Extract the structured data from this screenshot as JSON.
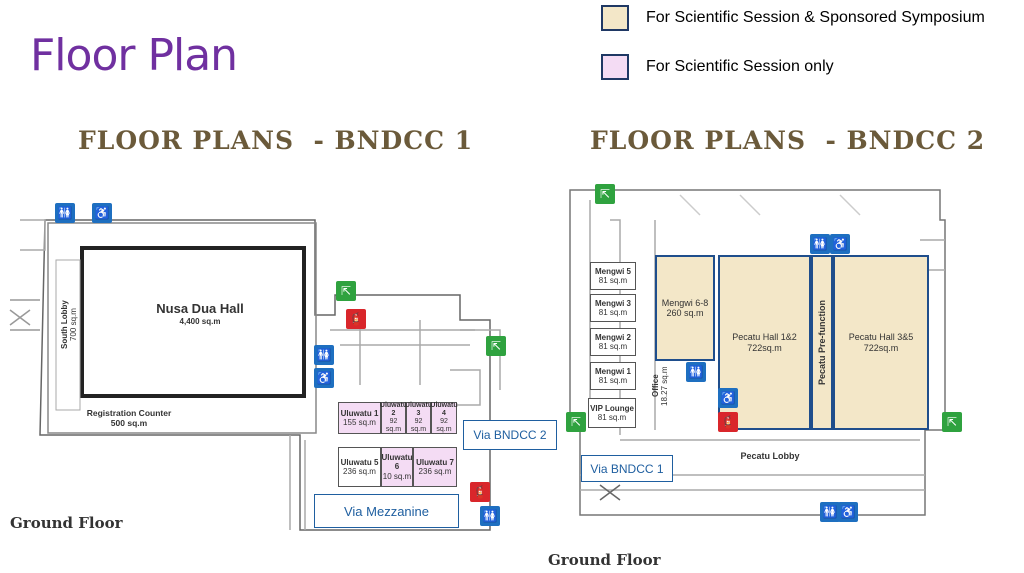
{
  "title": "Floor Plan",
  "legend": [
    {
      "label": "For Scientific Session & Sponsored Symposium",
      "color": "#f3e7c8"
    },
    {
      "label": "For Scientific Session only",
      "color": "#f4dcf4"
    }
  ],
  "plan1": {
    "heading": "FLOOR PLANS  - BNDCC 1",
    "floor": "Ground Floor",
    "main_hall": {
      "name": "Nusa Dua Hall",
      "size": "4,400 sq.m"
    },
    "south_lobby": {
      "name": "South Lobby",
      "size": "700 sq.m"
    },
    "registration": {
      "name": "Registration Counter",
      "size": "500 sq.m"
    },
    "uluwatu_top": [
      {
        "name": "Uluwatu 1",
        "size": "155 sq.m"
      },
      {
        "name": "Uluwatu 2",
        "size": "92 sq.m"
      },
      {
        "name": "Uluwatu 3",
        "size": "92 sq.m"
      },
      {
        "name": "Uluwatu 4",
        "size": "92 sq.m"
      }
    ],
    "uluwatu_bottom": [
      {
        "name": "Uluwatu 5",
        "size": "236 sq.m"
      },
      {
        "name": "Uluwatu 6",
        "size": "10 sq.m"
      },
      {
        "name": "Uluwatu 7",
        "size": "236 sq.m"
      }
    ],
    "via_bndcc2": "Via BNDCC 2",
    "via_mezzanine": "Via Mezzanine"
  },
  "plan2": {
    "heading": "FLOOR PLANS  - BNDCC 2",
    "floor": "Ground Floor",
    "mengwi": [
      {
        "name": "Mengwi 5",
        "size": "81 sq.m"
      },
      {
        "name": "Mengwi 3",
        "size": "81 sq.m"
      },
      {
        "name": "Mengwi 2",
        "size": "81 sq.m"
      },
      {
        "name": "Mengwi 1",
        "size": "81 sq.m"
      }
    ],
    "vip": {
      "name": "VIP Lounge",
      "size": "81 sq.m"
    },
    "office": {
      "name": "Office",
      "size": "18.27 sq.m"
    },
    "mengwi_68": {
      "name": "Mengwi 6-8",
      "size": "260 sq.m"
    },
    "pecatu12": {
      "name": "Pecatu Hall 1&2",
      "size": "722sq.m"
    },
    "prefunction": "Pecatu Pre-function",
    "pecatu35": {
      "name": "Pecatu Hall 3&5",
      "size": "722sq.m"
    },
    "lobby": "Pecatu Lobby",
    "via_bndcc1": "Via BNDCC 1"
  },
  "icons": {
    "restroom": "restroom-icon",
    "wheelchair": "wheelchair-icon",
    "exit": "exit-icon",
    "fire": "fire-extinguisher-icon"
  }
}
